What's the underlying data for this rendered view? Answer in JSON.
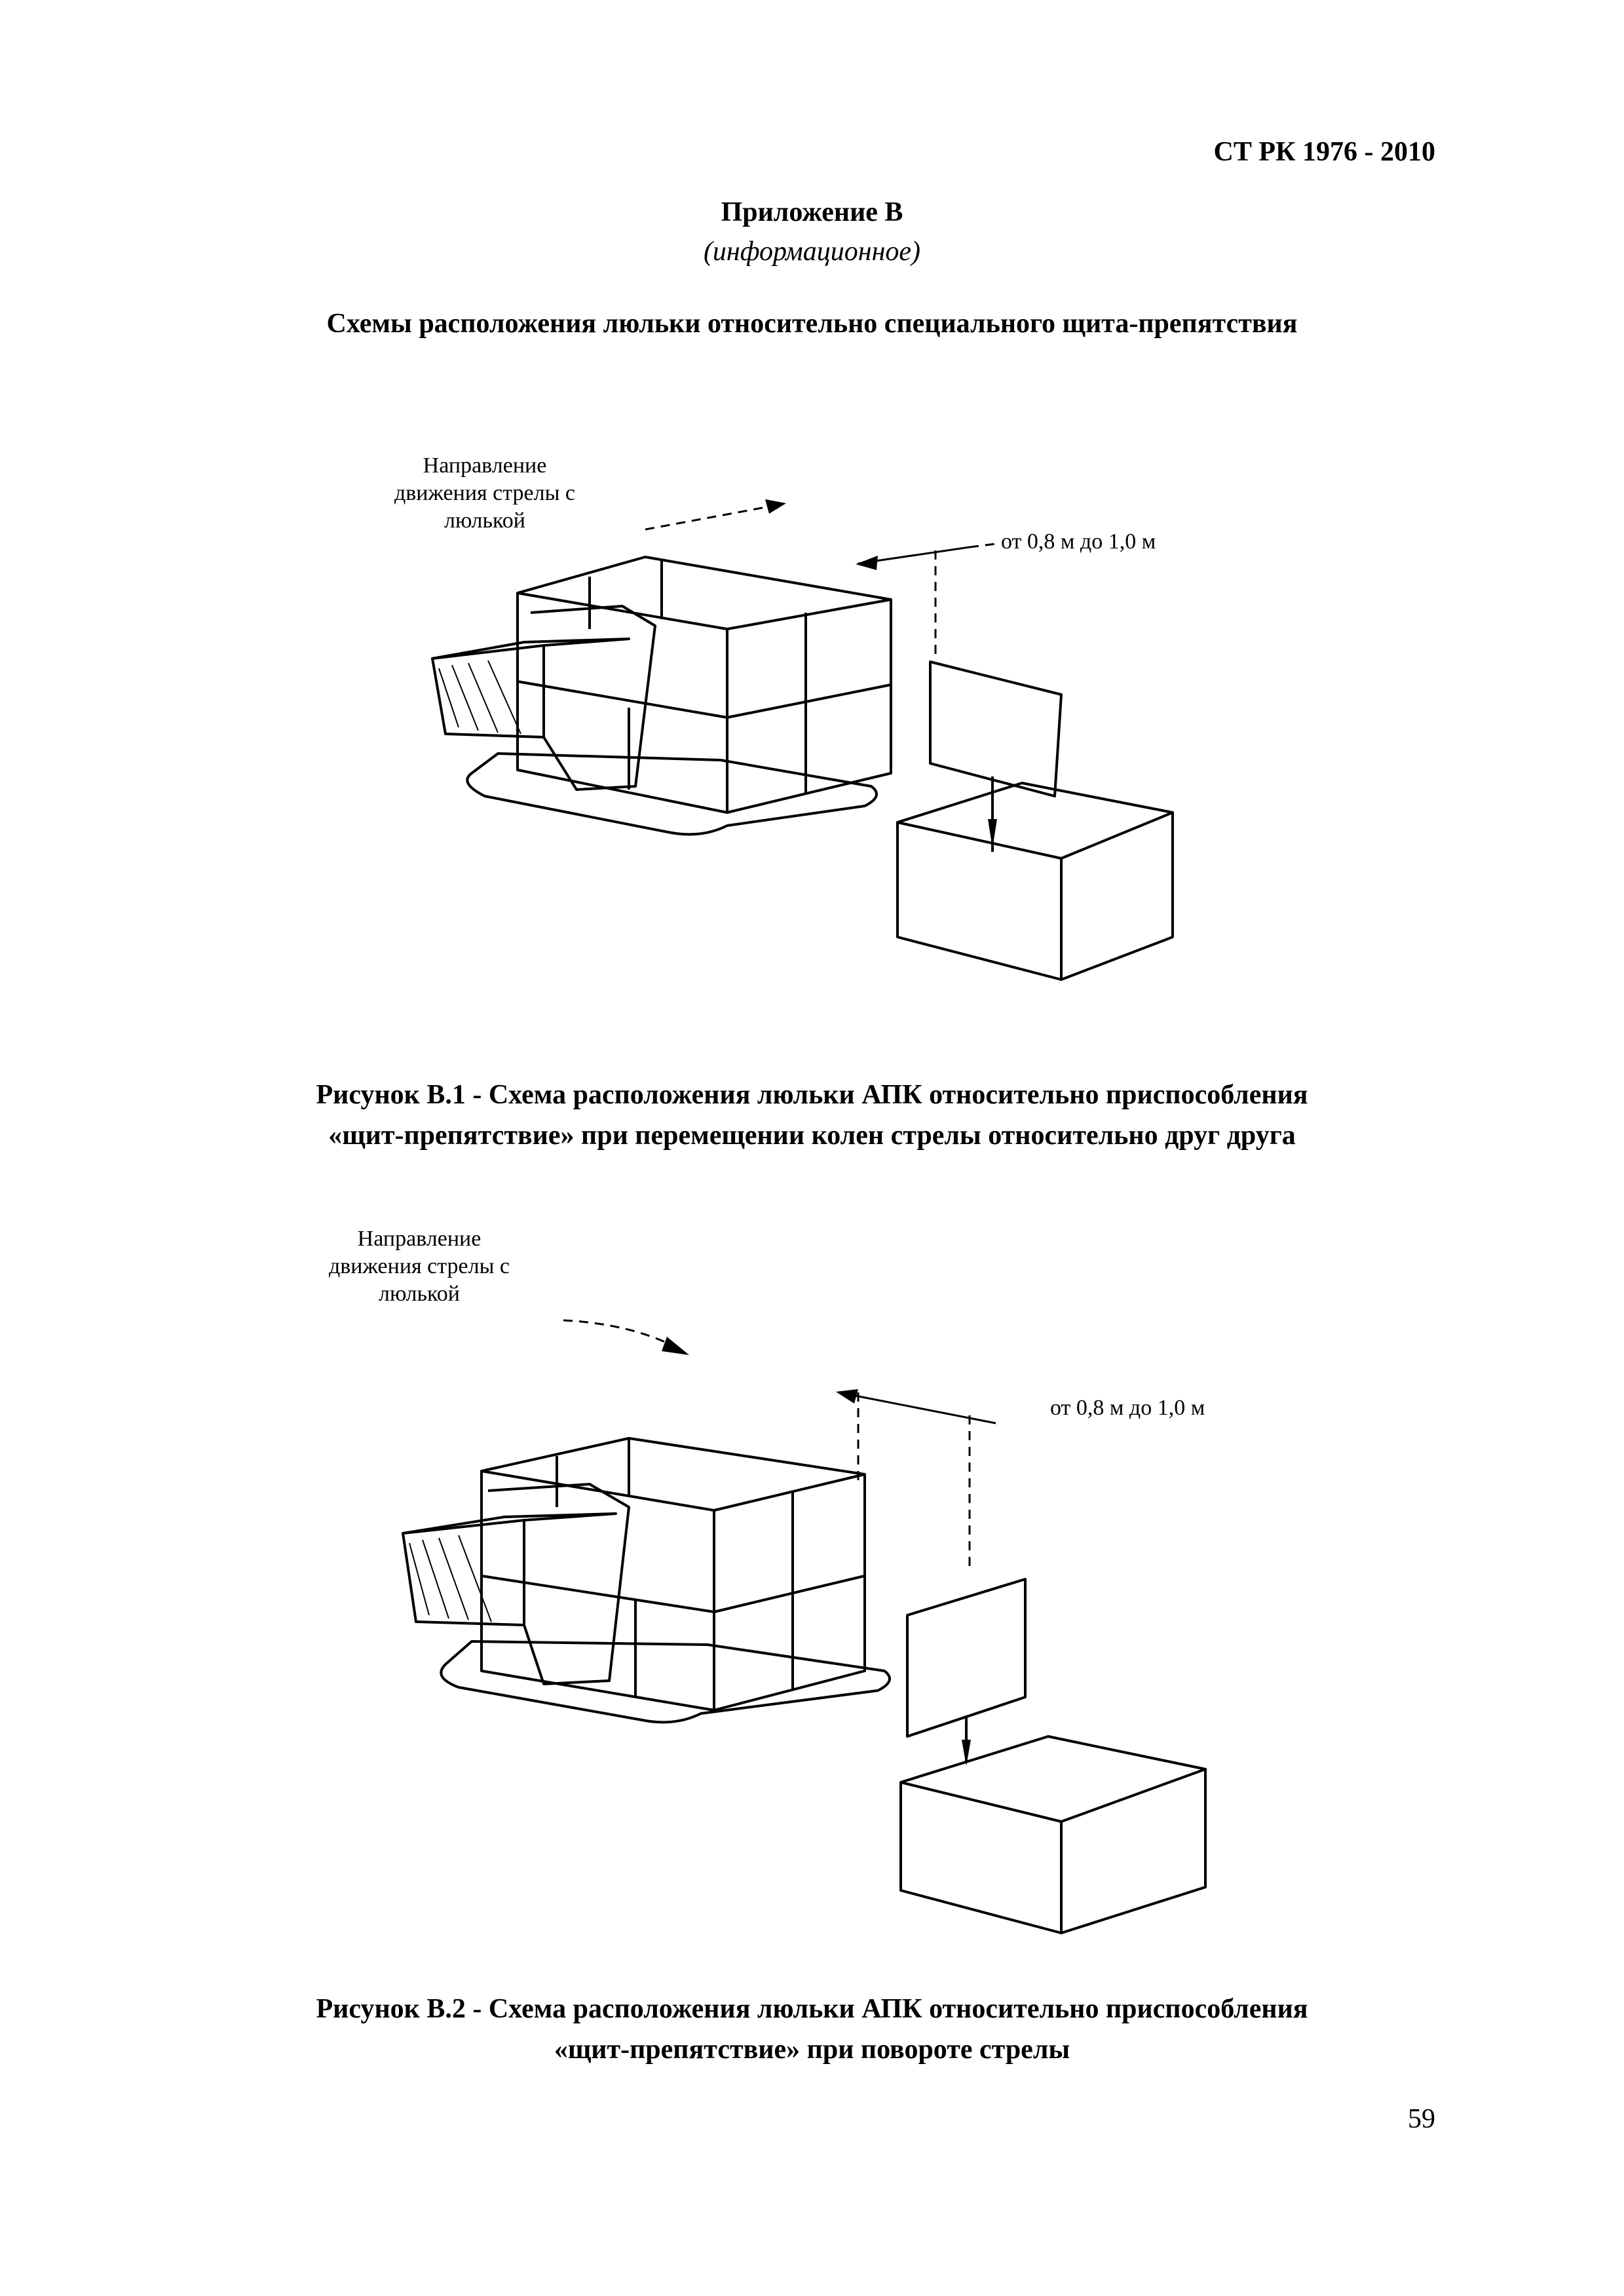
{
  "header": {
    "doc_code": "СТ РК 1976 - 2010"
  },
  "annex": {
    "title": "Приложение В",
    "subtitle": "(информационное)"
  },
  "section": {
    "title": "Схемы расположения люльки относительно специального щита-препятствия"
  },
  "figure1": {
    "direction_label_1": "Направление",
    "direction_label_2": "движения стрелы с",
    "direction_label_3": "люлькой",
    "distance_label": "от 0,8 м до 1,0 м",
    "caption_line_1": "Рисунок В.1 - Схема расположения люльки АПК относительно приспособления",
    "caption_line_2": "«щит-препятствие» при перемещении колен стрелы относительно друг друга"
  },
  "figure2": {
    "direction_label_1": "Направление",
    "direction_label_2": "движения стрелы с",
    "direction_label_3": "люлькой",
    "distance_label": "от 0,8 м до 1,0 м",
    "caption_line_1": "Рисунок В.2 - Схема расположения люльки АПК относительно приспособления",
    "caption_line_2": "«щит-препятствие» при повороте стрелы"
  },
  "footer": {
    "page_number": "59"
  }
}
